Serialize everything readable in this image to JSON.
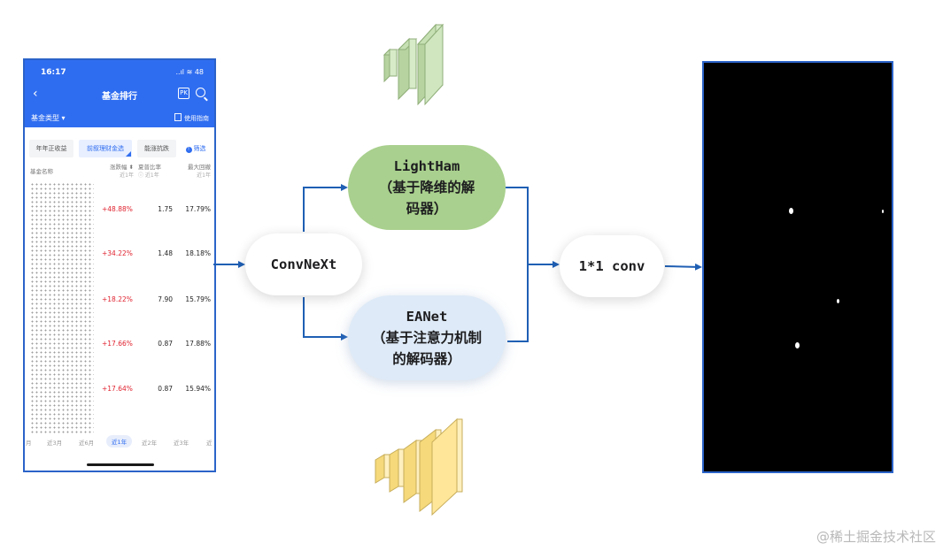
{
  "phone": {
    "status_time": "16:17",
    "status_icons": "..ıl ≋ 48",
    "title": "基金排行",
    "fund_type": "基金类型 ▾",
    "guide": "使用指南",
    "chips": [
      "年年正收益",
      "前叙理财金选",
      "能涨抗跌"
    ],
    "filter": "筛选",
    "columns": {
      "name": "基金名称",
      "return": "涨跌幅 ⬍",
      "return_sub": "近1年",
      "sharpe": "夏普比率",
      "sharpe_sub": "ⓘ 近1年",
      "drawdown": "最大回撤",
      "drawdown_sub": "近1年"
    },
    "rows": [
      {
        "ret": "+48.88%",
        "sharpe": "1.75",
        "drawdown": "17.79%"
      },
      {
        "ret": "+34.22%",
        "sharpe": "1.48",
        "drawdown": "18.18%"
      },
      {
        "ret": "+18.22%",
        "sharpe": "7.90",
        "drawdown": "15.79%"
      },
      {
        "ret": "+17.66%",
        "sharpe": "0.87",
        "drawdown": "17.88%"
      },
      {
        "ret": "+17.64%",
        "sharpe": "0.87",
        "drawdown": "15.94%"
      }
    ],
    "periods": [
      "月",
      "近3月",
      "近6月",
      "近1年",
      "近2年",
      "近3年",
      "近"
    ],
    "active_period_index": 3
  },
  "nodes": {
    "convnext": "ConvNeXt",
    "lightham_line1": "LightHam",
    "lightham_line2": "（基于降维的解",
    "lightham_line3": "码器）",
    "eanet_line1": "EANet",
    "eanet_line2": "（基于注意力机制",
    "eanet_line3": "的解码器）",
    "conv": "1*1 conv"
  },
  "colors": {
    "phone_blue": "#2f6df0",
    "arrow": "#1f5fb4",
    "lightham": "#a9d08e",
    "eanet": "#deeaf7",
    "green_block": "#c6e0b4",
    "yellow_block": "#ffe699"
  },
  "icons": {
    "top_stack": "green-encoder-blocks-icon",
    "bottom_stack": "yellow-decoder-blocks-icon"
  },
  "watermark": "@稀土掘金技术社区"
}
